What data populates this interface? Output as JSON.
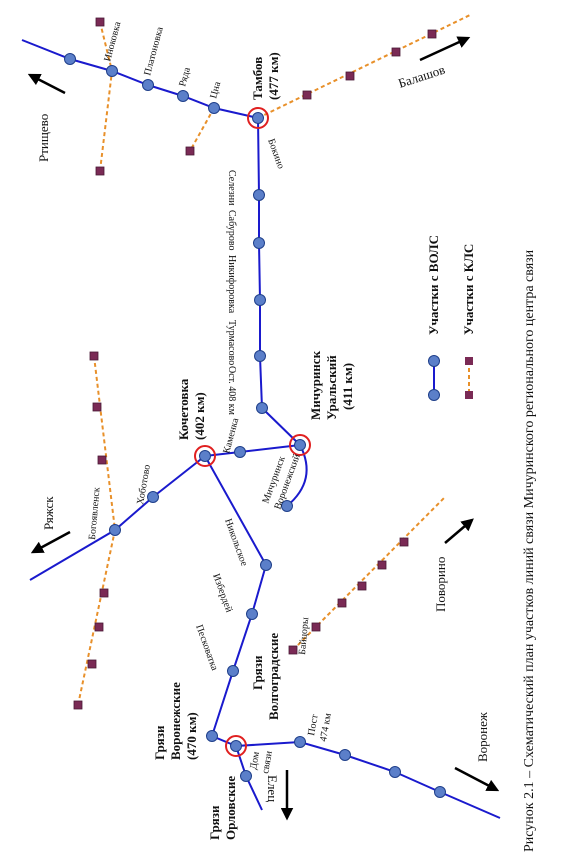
{
  "caption": "Рисунок 2.1 – Схематический план участков линий связи  Мичуринского регионального центра связи",
  "legend": {
    "vols_label": "Участки с ВОЛС",
    "kls_label": "Участки с КЛС"
  },
  "colors": {
    "vols_line": "#1a1acd",
    "node_fill": "#5b7fc9",
    "node_stroke": "#1f3f8a",
    "kls_line": "#e8902a",
    "kls_square": "#7a2a55",
    "hub_ring": "#e02020"
  },
  "hubs": {
    "tambov": "Тамбов",
    "tambov_km": "(477 км)",
    "michurinsk1": "Мичуринск",
    "michurinsk2": "Уральский",
    "michurinsk_km": "(411 км)",
    "kochetovka": "Кочетовка",
    "kochetovka_km": "(402 км)",
    "gryazi_vor1": "Грязи",
    "gryazi_vor2": "Воронежские",
    "gryazi_vor_km": "(470 км)",
    "gryazi_orl1": "Грязи",
    "gryazi_orl2": "Орловские",
    "gryazi_volg1": "Грязи",
    "gryazi_volg2": "Волгоградские"
  },
  "stations": {
    "inokovka": "Иноковка",
    "platonovka": "Платоновка",
    "ryada": "Ряда",
    "tsna": "Цна",
    "selezni": "Селезни",
    "saburovo": "Сабурово",
    "nikiforovka": "Никифоровка",
    "turmasovo": "Турмасово",
    "ost408": "Ост. 408 км",
    "kamenka": "Каменка",
    "michurinsk_vor1": "Мичуринск",
    "michurinsk_vor2": "Воронежский",
    "nikolskoe": "Никольское",
    "izbrdel": "Избердей",
    "pesкovatka": "Песковатка",
    "khobotovo": "Хоботово",
    "bogoyavlensk": "Богоявленск",
    "bokino": "Бокино",
    "baytsory": "Байцоры",
    "dom1": "Дом",
    "dom2": "связи",
    "post1": "Пост",
    "post2": "474 км"
  },
  "directions": {
    "rtishchevo": "Ртищево",
    "balashov": "Балашов",
    "ryazhsk": "Ряжск",
    "povorino": "Поворино",
    "voronezh": "Воронеж",
    "elets": "Елец"
  }
}
